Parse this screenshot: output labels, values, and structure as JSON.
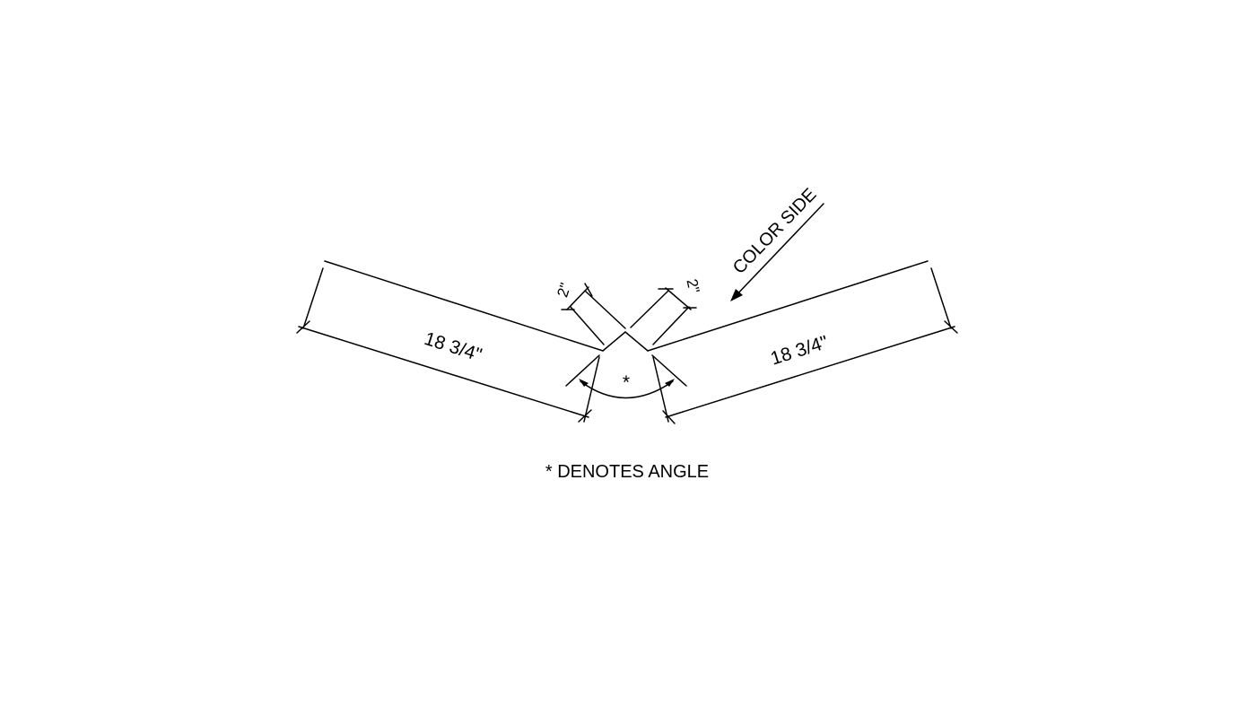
{
  "dimensions": {
    "left_length": "18 3/4\"",
    "right_length": "18 3/4\"",
    "left_hem": "2\"",
    "right_hem": "2\"",
    "angle_marker": "*"
  },
  "labels": {
    "color_side": "COLOR SIDE",
    "note": "* DENOTES ANGLE"
  },
  "colors": {
    "ink": "#000000",
    "background": "#ffffff"
  }
}
